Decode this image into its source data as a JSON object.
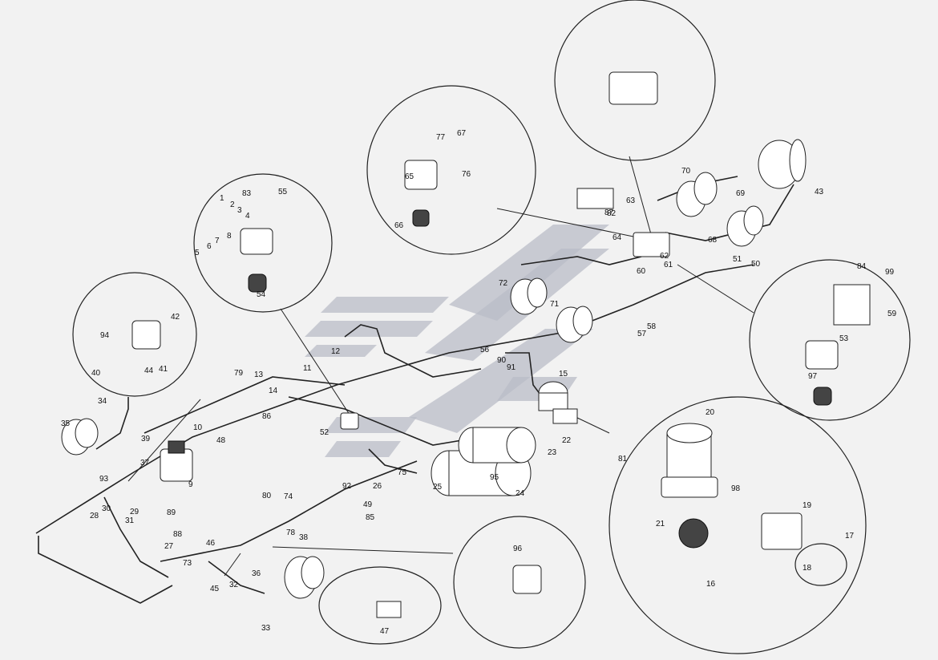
{
  "diagram": {
    "watermark_color": "#b9bcc7",
    "labels": [
      "1",
      "2",
      "3",
      "4",
      "5",
      "6",
      "7",
      "8",
      "9",
      "10",
      "11",
      "12",
      "13",
      "14",
      "15",
      "16",
      "17",
      "18",
      "19",
      "20",
      "21",
      "22",
      "23",
      "24",
      "25",
      "26",
      "27",
      "28",
      "29",
      "30",
      "31",
      "32",
      "33",
      "34",
      "35",
      "36",
      "37",
      "38",
      "39",
      "40",
      "41",
      "42",
      "43",
      "44",
      "45",
      "46",
      "47",
      "48",
      "49",
      "50",
      "51",
      "52",
      "53",
      "54",
      "55",
      "56",
      "57",
      "58",
      "59",
      "60",
      "61",
      "62",
      "63",
      "64",
      "65",
      "66",
      "67",
      "68",
      "69",
      "70",
      "71",
      "72",
      "73",
      "74",
      "75",
      "76",
      "77",
      "78",
      "79",
      "80",
      "81",
      "82",
      "83",
      "84",
      "85",
      "86",
      "87",
      "88",
      "89",
      "90",
      "91",
      "92",
      "93",
      "94",
      "95",
      "96",
      "97",
      "98",
      "99"
    ]
  }
}
